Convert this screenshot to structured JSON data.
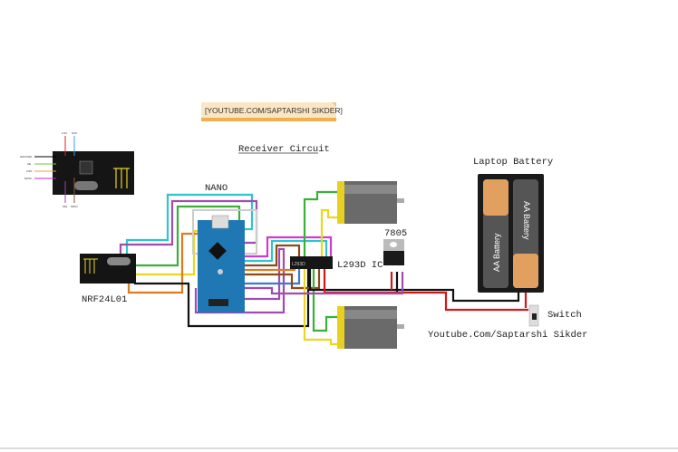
{
  "banner": {
    "text": "[YOUTUBE.COM/SAPTARSHI SIKDER]"
  },
  "title": "Receiver Circuit",
  "labels": {
    "nano": "NANO",
    "nrf": "NRF24L01",
    "l293d": "L293D IC",
    "l293d_chip": "L293D",
    "regulator": "7805",
    "battery": "Laptop Battery",
    "cell1": "AA Battery",
    "cell2": "AA Battery",
    "switch": "Switch",
    "credit": "Youtube.Com/Saptarshi Sikder"
  },
  "pinout": {
    "left": [
      "GROUND",
      "CE",
      "CSN",
      "MOSI"
    ],
    "top": [
      "3.3V",
      "SCK"
    ],
    "bottom": [
      "IRQ",
      "MISO"
    ]
  },
  "colors": {
    "board_blue": "#1f78b4",
    "wire_cyan": "#2ec4d0",
    "wire_purple": "#a04cb0",
    "wire_green": "#3ab03a",
    "wire_yellow": "#e8d820",
    "wire_orange": "#e07a20",
    "wire_brown": "#8a4a1a",
    "wire_blue": "#3a78d8",
    "wire_black": "#111111",
    "wire_red": "#d01818",
    "battery_tan": "#e2a060"
  }
}
